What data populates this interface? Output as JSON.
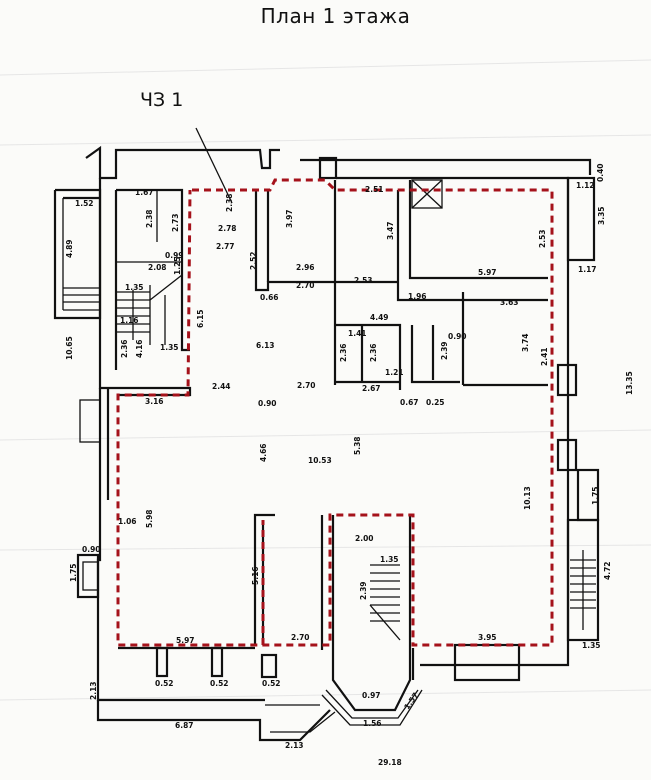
{
  "plan": {
    "title": "План 1 этажа",
    "room_label": "ЧЗ 1",
    "colors": {
      "boundary": "#a5121b",
      "walls": "#111111"
    },
    "dims": [
      "1.67",
      "1.52",
      "2.38",
      "2.73",
      "4.89",
      "0.99",
      "2.08",
      "1.25",
      "1.35",
      "1.35",
      "1.16",
      "2.36",
      "4.16",
      "10.65",
      "6.15",
      "2.78",
      "2.77",
      "2.38",
      "3.97",
      "2.52",
      "2.96",
      "2.70",
      "0.66",
      "6.13",
      "2.44",
      "0.90",
      "2.70",
      "3.16",
      "2.51",
      "3.47",
      "5.97",
      "2.53",
      "1.17",
      "3.35",
      "1.12",
      "2.53",
      "1.96",
      "4.49",
      "1.41",
      "2.36",
      "2.36",
      "1.21",
      "2.67",
      "0.67",
      "0.25",
      "3.63",
      "3.74",
      "2.41",
      "0.90",
      "2.39",
      "4.66",
      "10.53",
      "5.38",
      "5.98",
      "1.06",
      "0.90",
      "1.75",
      "5.97",
      "5.16",
      "2.70",
      "0.52",
      "0.52",
      "0.52",
      "2.13",
      "6.87",
      "2.13",
      "1.56",
      "0.97",
      "1.57",
      "2.00",
      "1.35",
      "2.39",
      "3.95",
      "10.13",
      "4.72",
      "1.35",
      "1.75",
      "13.35",
      "29.18",
      "0.40"
    ]
  }
}
